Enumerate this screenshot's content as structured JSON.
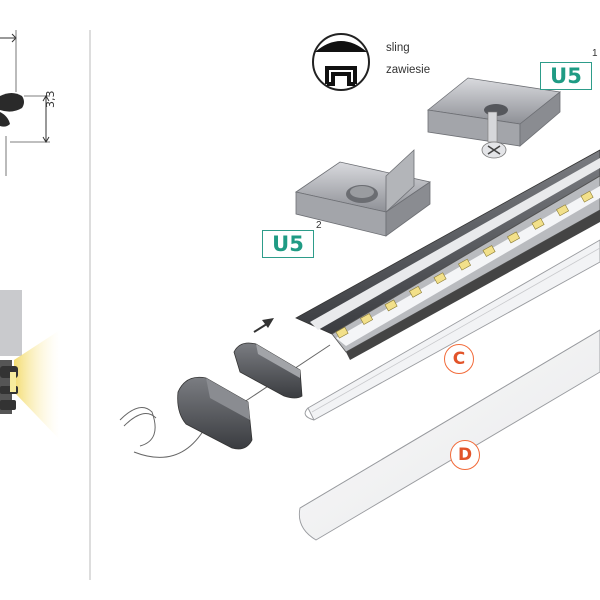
{
  "legend": {
    "line1": "sling",
    "line2": "zawiesie"
  },
  "dimension": "3,3",
  "mount_top": {
    "label": "U5",
    "note": "1"
  },
  "mount_left": {
    "label": "U5",
    "note": "2"
  },
  "cover_c": {
    "label": "C"
  },
  "cover_d": {
    "label": "D"
  },
  "colors": {
    "accent_green": "#1f9b84",
    "accent_orange": "#e2542a",
    "led_yellow": "#f5e27a"
  }
}
